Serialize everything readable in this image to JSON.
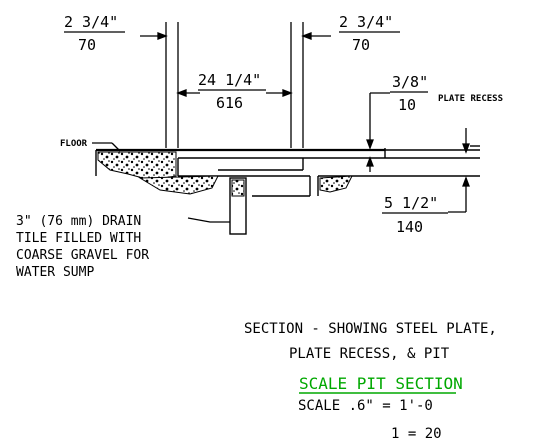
{
  "dimensions": {
    "left_width_in": "2 3/4\"",
    "left_width_mm": "70",
    "right_width_in": "2 3/4\"",
    "right_width_mm": "70",
    "center_width_in": "24 1/4\"",
    "center_width_mm": "616",
    "recess_in": "3/8\"",
    "recess_mm": "10",
    "depth_in": "5 1/2\"",
    "depth_mm": "140"
  },
  "labels": {
    "plate_recess": "PLATE RECESS",
    "floor": "FLOOR",
    "drain_line1": "3\" (76 mm) DRAIN",
    "drain_line2": "TILE FILLED WITH",
    "drain_line3": "COARSE GRAVEL FOR",
    "drain_line4": "WATER SUMP"
  },
  "caption": {
    "line1": "SECTION - SHOWING STEEL PLATE,",
    "line2": "PLATE RECESS, & PIT",
    "heading": "SCALE PIT SECTION",
    "scale": "SCALE  .6\" = 1'-0",
    "ratio": "1 = 20"
  },
  "colors": {
    "line": "#000000",
    "heading": "#00a800"
  }
}
